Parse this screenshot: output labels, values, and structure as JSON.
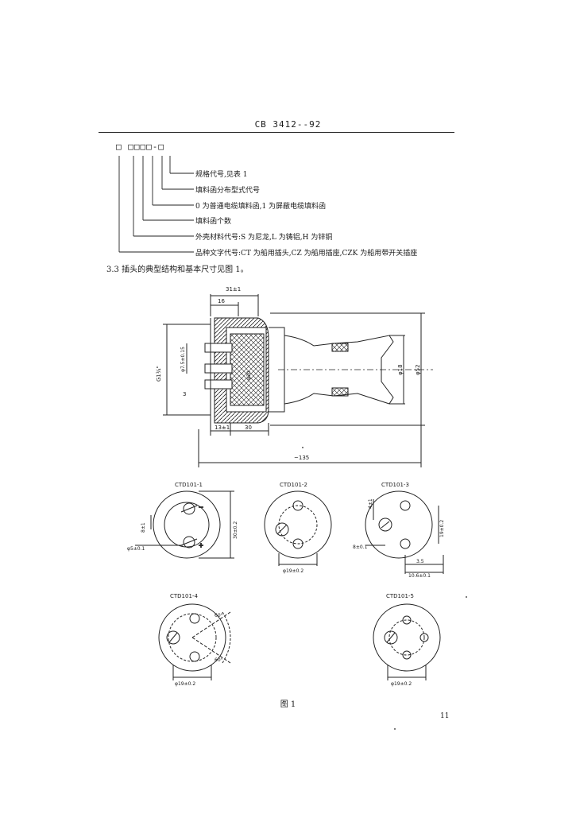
{
  "header": {
    "standard": "CB 3412--92"
  },
  "code_pattern": "□ □□□□-□",
  "legend": [
    "规格代号,见表 1",
    "填料函分布型式代号",
    "0 为普通电缆填料函,1 为屏蔽电缆填料函",
    "填料函个数",
    "外壳材料代号:S 为尼龙,L 为铸铝,H 为锌铜",
    "品种文字代号:CT 为船用插头,CZ 为船用插座,CZK 为船用带开关插座"
  ],
  "section": "3.3  插头的典型结构和基本尺寸见图 1。",
  "main_drawing": {
    "dims": {
      "top_total": "31±1",
      "top_inner": "16",
      "left_height": "G1¾\"",
      "pin_pitch": "φ7.5±0.15",
      "inner_dia": "φ20",
      "small": "3",
      "bottom_a": "13±1",
      "bottom_b": "30",
      "overall": "~135",
      "right_a": "φ18",
      "right_b": "φ52"
    }
  },
  "views": [
    {
      "label": "CTD101-1",
      "dims": [
        "30±0.2",
        "8±1",
        "φ5±0.1"
      ]
    },
    {
      "label": "CTD101-2",
      "dims": [
        "φ19±0.2"
      ]
    },
    {
      "label": "CTD101-3",
      "dims": [
        "19±0.2",
        "4±1",
        "8±0.1",
        "3.5",
        "10.6±0.1"
      ]
    },
    {
      "label": "CTD101-4",
      "dims": [
        "60°",
        "60°",
        "φ19±0.2"
      ]
    },
    {
      "label": "CTD101-5",
      "dims": [
        "φ19±0.2"
      ]
    }
  ],
  "figure_caption": "图 1",
  "page_number": "11"
}
